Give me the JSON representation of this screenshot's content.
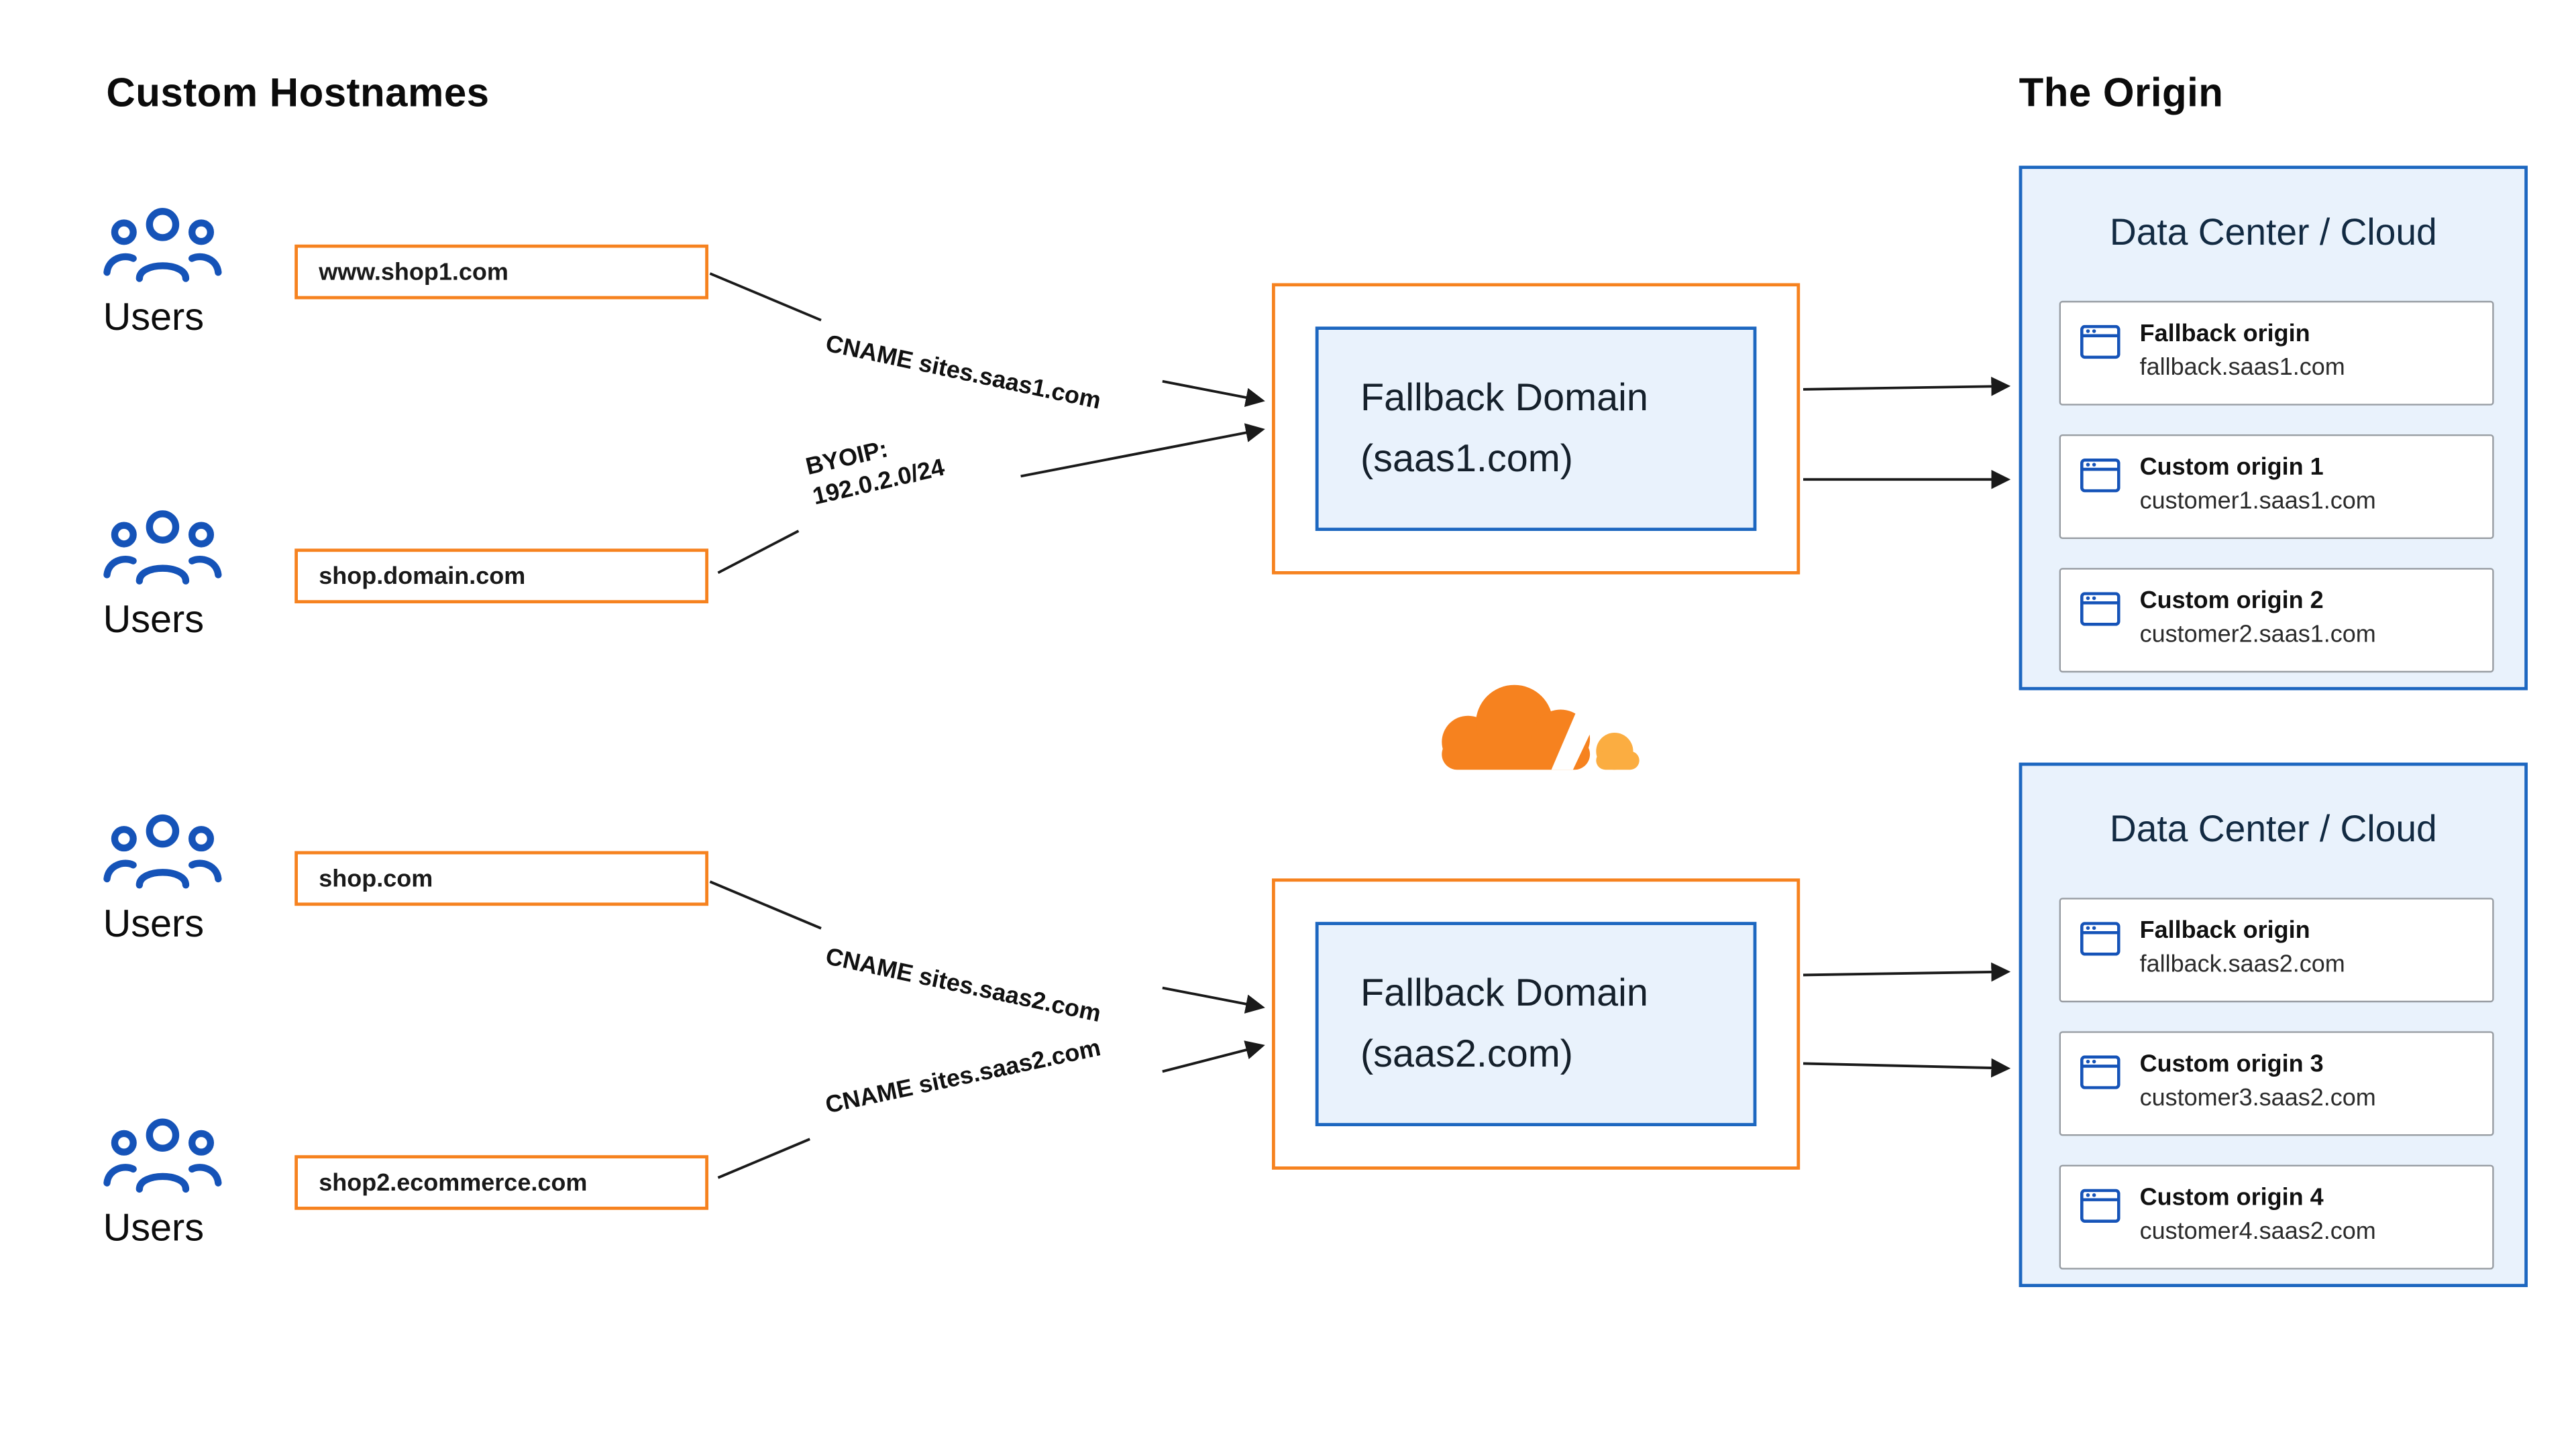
{
  "headings": {
    "left": "Custom Hostnames",
    "right": "The Origin"
  },
  "users_label": "Users",
  "custom_hostnames": [
    "www.shop1.com",
    "shop.domain.com",
    "shop.com",
    "shop2.ecommerce.com"
  ],
  "routing_labels": {
    "cname_saas1": "CNAME sites.saas1.com",
    "byoip_line1": "BYOIP:",
    "byoip_line2": "192.0.2.0/24",
    "cname_saas2_top": "CNAME sites.saas2.com",
    "cname_saas2_bottom": "CNAME sites.saas2.com"
  },
  "fallback_domains": [
    {
      "title": "Fallback Domain",
      "domain": "(saas1.com)"
    },
    {
      "title": "Fallback Domain",
      "domain": "(saas2.com)"
    }
  ],
  "data_centers": [
    {
      "title": "Data Center / Cloud",
      "origins": [
        {
          "name": "Fallback origin",
          "host": "fallback.saas1.com"
        },
        {
          "name": "Custom origin 1",
          "host": "customer1.saas1.com"
        },
        {
          "name": "Custom origin 2",
          "host": "customer2.saas1.com"
        }
      ]
    },
    {
      "title": "Data Center / Cloud",
      "origins": [
        {
          "name": "Fallback origin",
          "host": "fallback.saas2.com"
        },
        {
          "name": "Custom origin 3",
          "host": "customer3.saas2.com"
        },
        {
          "name": "Custom origin 4",
          "host": "customer4.saas2.com"
        }
      ]
    }
  ],
  "icons": {
    "users": "users-group-icon",
    "origin": "browser-window-icon",
    "logo": "cloudflare-cloud-logo"
  },
  "colors": {
    "orange": "#f6821f",
    "orange_light": "#fbad41",
    "blue_border": "#1d67c0",
    "icon_blue": "#1553b8",
    "panel_bg": "#e9f2fc",
    "arrow": "#1a1a1a"
  }
}
